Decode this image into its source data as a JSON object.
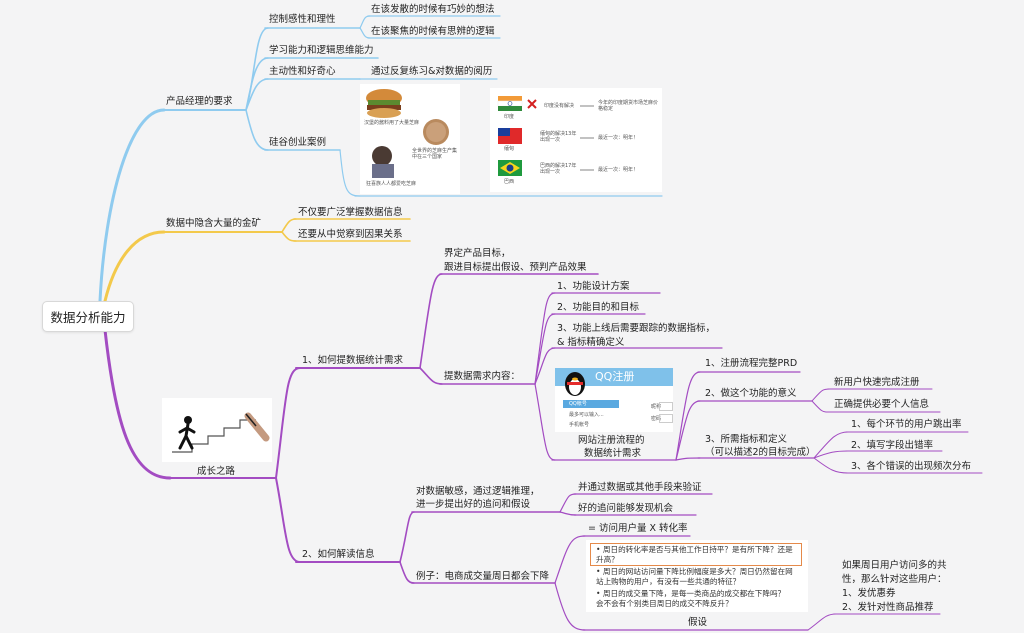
{
  "root": {
    "label": "数据分析能力"
  },
  "branch_pm": {
    "label": "产品经理的要求",
    "control": {
      "label": "控制感性和理性",
      "divergent": "在该发散的时候有巧妙的想法",
      "focused": "在该聚焦的时候有思辨的逻辑"
    },
    "learning": "学习能力和逻辑思维能力",
    "initiative": {
      "label": "主动性和好奇心",
      "detail": "通过反复练习&对数据的阅历"
    },
    "silicon": {
      "label": "硅谷创业案例",
      "img1": {
        "burger": "汉堡的酱料用了大量芝麻",
        "sesame": "全世界的芝麻生产集中在三个国家",
        "person": "狂喜族人人都爱吃芝麻"
      },
      "img2": {
        "rows": [
          {
            "country": "印度",
            "text": "印度没有解决",
            "result": "今年的印度期货市场芝麻价格稳定"
          },
          {
            "country": "缅甸",
            "text": "缅甸的解决13年出现一次",
            "result": "最近一次：明年！"
          },
          {
            "country": "巴西",
            "text": "巴西的解决17年出现一次",
            "result": "最近一次：明年！"
          }
        ]
      }
    }
  },
  "branch_gold": {
    "label": "数据中隐含大量的金矿",
    "item1": "不仅要广泛掌握数据信息",
    "item2": "还要从中觉察到因果关系"
  },
  "branch_growth": {
    "label": "成长之路",
    "raise": {
      "label": "1、如何提数据统计需求",
      "goal_line1": "界定产品目标，",
      "goal_line2": "跟进目标提出假设、预判产品效果",
      "content": {
        "label": "提数据需求内容：",
        "c1": "1、功能设计方案",
        "c2": "2、功能目的和目标",
        "c3_line1": "3、功能上线后需要跟踪的数据指标，",
        "c3_line2": "& 指标精确定义",
        "example": {
          "caption_line1": "网站注册流程的",
          "caption_line2": "数据统计需求",
          "qq_title": "QQ注册",
          "qq_account": "QQ帐号",
          "qq_phone": "手机帐号",
          "qq_nick": "昵称",
          "qq_pwd": "密码",
          "qq_hint": "最多可以输入...",
          "e1": "1、注册流程完整PRD",
          "e2": {
            "label": "2、做这个功能的意义",
            "m1": "新用户快速完成注册",
            "m2": "正确提供必要个人信息"
          },
          "e3": {
            "label_line1": "3、所需指标和定义",
            "label_line2": "（可以描述2的目标完成）",
            "k1": "1、每个环节的用户跳出率",
            "k2": "2、填写字段出错率",
            "k3": "3、各个错误的出现频次分布"
          }
        }
      }
    },
    "interpret": {
      "label": "2、如何解读信息",
      "sense_line1": "对数据敏感，通过逻辑推理，",
      "sense_line2": "进一步提出好的追问和假设",
      "s1": "并通过数据或其他手段来验证",
      "s2": "好的追问能够发现机会",
      "example": {
        "label": "例子：电商成交量周日都会下降",
        "formula": "= 访问用户量 X 转化率",
        "hyp_lines": [
          "• 周日的转化率是否与其他工作日持平？是有所下降？还是",
          "  升高？",
          "• 周日的网站访问量下降比例幅度是多大？周日仍然留在网",
          "  站上购物的用户，有没有一些共通的特征？",
          "• 周日的成交量下降，是每一类商品的成交都在下降吗？",
          "  会不会有个别类目周日的成交不降反升？"
        ],
        "hyp_label": "假设",
        "followup_line1": "如果周日用户访问多的共",
        "followup_line2": "性，那么针对这些用户：",
        "followup_line3": "1、发优惠券",
        "followup_line4": "2、发针对性商品推荐"
      }
    }
  },
  "colors": {
    "blue": "#8fcbef",
    "yellow": "#f3c94b",
    "purple": "#a34cc2"
  }
}
